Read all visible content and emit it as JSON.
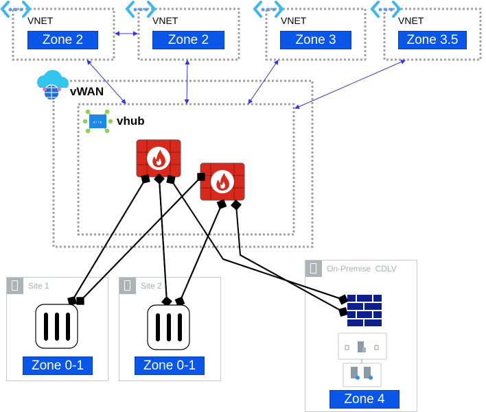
{
  "vnets": [
    {
      "label": "VNET",
      "zone": "Zone 2"
    },
    {
      "label": "VNET",
      "zone": "Zone 2"
    },
    {
      "label": "VNET",
      "zone": "Zone 3"
    },
    {
      "label": "VNET",
      "zone": "Zone 3.5"
    }
  ],
  "vwan": {
    "label": "vWAN"
  },
  "vhub": {
    "label": "vhub"
  },
  "sites": [
    {
      "label": "Site 1",
      "zone": "Zone 0-1"
    },
    {
      "label": "Site 2",
      "zone": "Zone 0-1"
    },
    {
      "label": "On-Premise  CDLV",
      "zone": "Zone 4"
    }
  ],
  "colors": {
    "zone": "#0a56e8",
    "arrow": "#3333ee",
    "firewall": "#d9291c",
    "onprem_firewall": "#0c1f8c",
    "dotted": "#a0a0a0"
  },
  "icons": [
    "vnet-icon",
    "vwan-cloud-icon",
    "vhub-icon",
    "azure-firewall-icon",
    "router-icon",
    "brick-firewall-icon",
    "server-diagram-icon"
  ]
}
